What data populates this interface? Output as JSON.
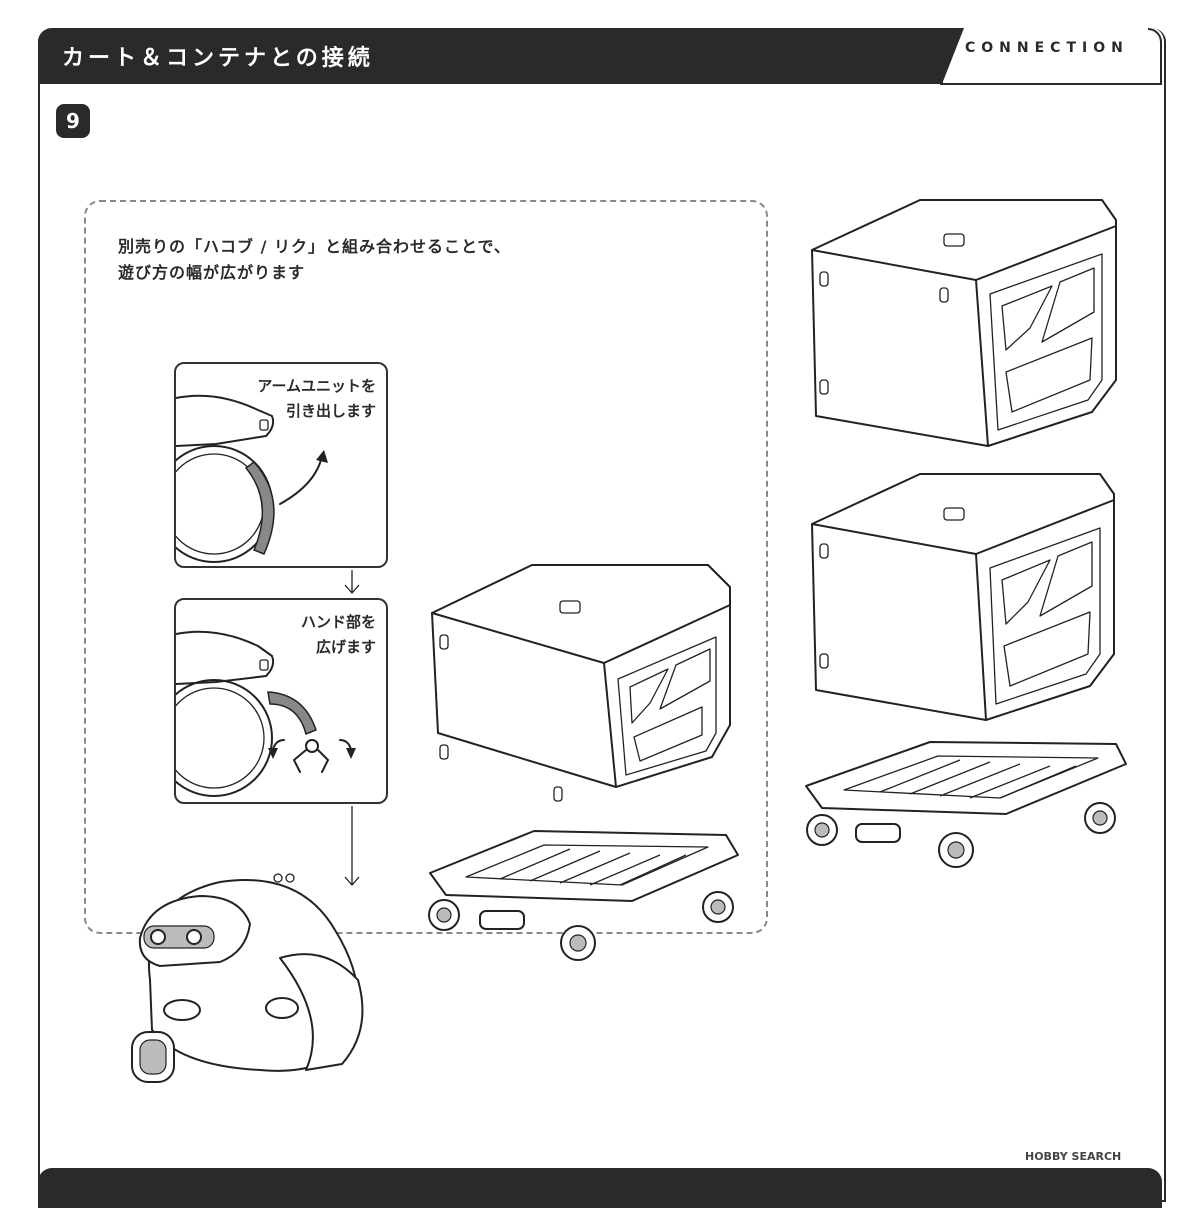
{
  "header": {
    "title": "カート＆コンテナとの接続",
    "subtitle_en": "CONNECTION"
  },
  "step": {
    "number": "9"
  },
  "panel": {
    "text_line1": "別売りの「ハコブ / リク」と組み合わせることで、",
    "text_line2": "遊び方の幅が広がります"
  },
  "substeps": [
    {
      "line1": "アームユニットを",
      "line2": "引き出します"
    },
    {
      "line1": "ハンド部を",
      "line2": "広げます"
    }
  ],
  "watermark": "HOBBY SEARCH"
}
